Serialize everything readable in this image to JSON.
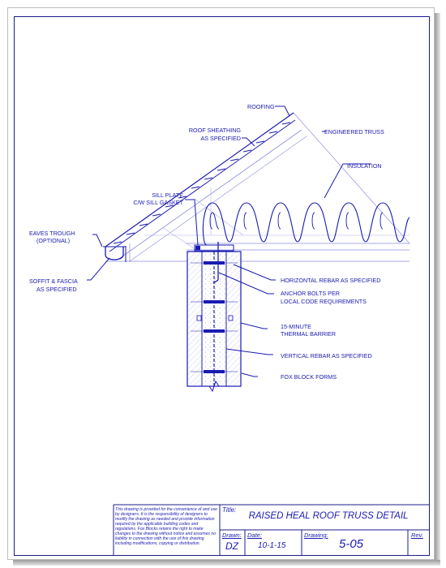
{
  "labels": {
    "roofing": "ROOFING",
    "roof_sheathing_1": "ROOF SHEATHING",
    "roof_sheathing_2": "AS SPECIFIED",
    "engineered_truss": "ENGINEERED TRUSS",
    "insulation": "INSULATION",
    "sill_plate_1": "SILL PLATE",
    "sill_plate_2": "C/W SILL GASKET",
    "eaves_1": "EAVES TROUGH",
    "eaves_2": "(OPTIONAL)",
    "soffit_1": "SOFFIT & FASCIA",
    "soffit_2": "AS SPECIFIED",
    "horizontal_rebar": "HORIZONTAL REBAR AS SPECIFIED",
    "anchor_bolts_1": "ANCHOR BOLTS PER",
    "anchor_bolts_2": "LOCAL CODE REQUIREMENTS",
    "thermal_1": "15-MINUTE",
    "thermal_2": "THERMAL BARRIER",
    "vertical_rebar": "VERTICAL REBAR AS SPECIFIED",
    "fox_block": "FOX BLOCK FORMS"
  },
  "title_block": {
    "disclaimer": "This drawing is provided for the convenience of and use by designers.  It is the responsibility of designers to modify the drawing as needed and provide information required by the applicable building codes and regulations.  Fox Blocks retains the right to make changes to the drawing without notice and assumes no liability in connection with the use of this drawing including modifications, copying or distribution.",
    "title_label": "Title:",
    "title": "RAISED HEAL ROOF TRUSS DETAIL",
    "drawn_label": "Drawn:",
    "drawn_value": "DZ",
    "date_label": "Date:",
    "date_value": "10-1-15",
    "drawing_label": "Drawing:",
    "drawing_value": "5-05",
    "rev_label": "Rev."
  },
  "colors": {
    "linework": "#1a1ab0",
    "faint_linework": "#8c8ce0",
    "border": "#1c1c8c"
  }
}
